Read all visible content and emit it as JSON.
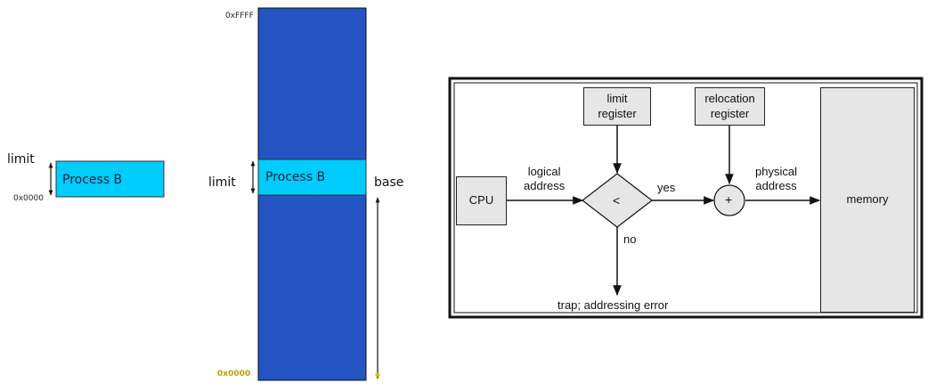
{
  "left_diagram": {
    "limit_label": "limit",
    "address_label": "0x0000",
    "process_label": "Process B",
    "colors": {
      "process_fill": "#00ccff"
    }
  },
  "memory_column": {
    "top_address": "0xFFFF",
    "bottom_address": "0x0000",
    "process_label": "Process B",
    "limit_label": "limit",
    "base_label": "base",
    "colors": {
      "memory_fill": "#2455c3",
      "process_fill": "#00ccff",
      "address_highlight": "#b8a300"
    }
  },
  "flow_diagram": {
    "cpu_label": "CPU",
    "logical_address_label": "logical\naddress",
    "limit_register_label": "limit\nregister",
    "relocation_register_label": "relocation\nregister",
    "comparator_symbol": "<",
    "adder_symbol": "+",
    "yes_label": "yes",
    "no_label": "no",
    "physical_address_label": "physical\naddress",
    "memory_label": "memory",
    "trap_label": "trap; addressing error",
    "colors": {
      "box_fill": "#e6e6e6",
      "stroke": "#111111"
    }
  }
}
